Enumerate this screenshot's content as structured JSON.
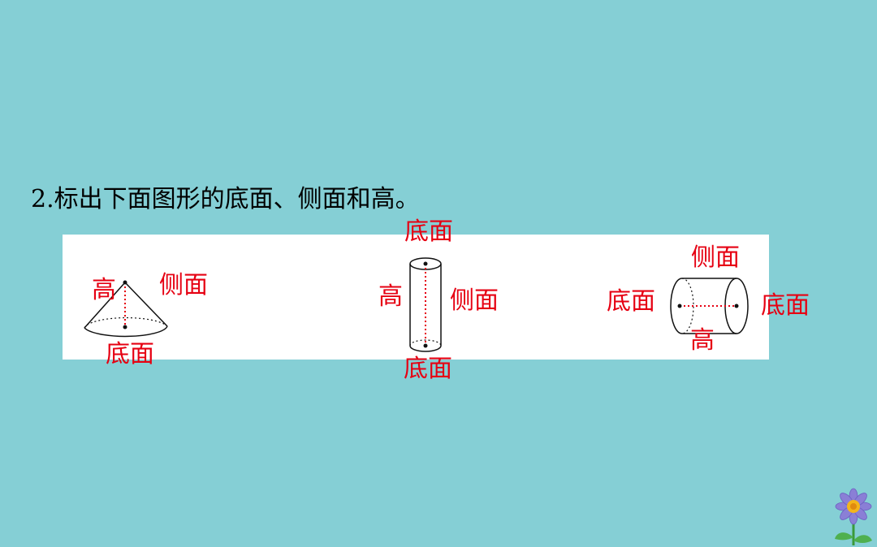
{
  "question": {
    "text": "2.标出下面图形的底面、侧面和高。"
  },
  "cone": {
    "height_label": "高",
    "side_label": "侧面",
    "base_label": "底面"
  },
  "cylinder_vertical": {
    "top_label": "底面",
    "height_label": "高",
    "side_label": "侧面",
    "bottom_label": "底面"
  },
  "cylinder_horizontal": {
    "side_label": "侧面",
    "left_label": "底面",
    "right_label": "底面",
    "height_label": "高"
  },
  "colors": {
    "background": "#85cfd5",
    "label": "#e60012",
    "panel": "#ffffff"
  },
  "decoration": {
    "icon": "flower-icon"
  }
}
